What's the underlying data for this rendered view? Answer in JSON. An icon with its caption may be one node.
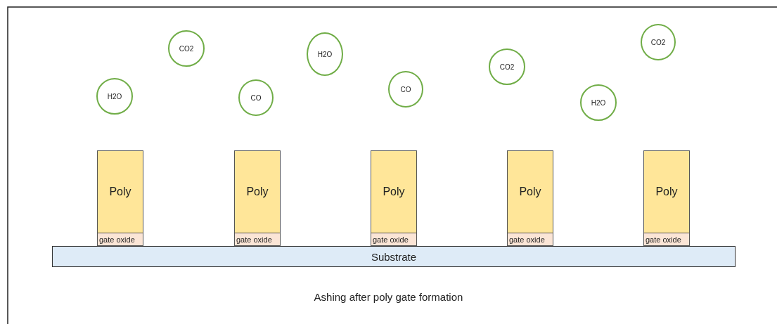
{
  "diagram": {
    "caption": "Ashing after poly gate formation",
    "nodes": [
      {
        "text": [
          "H2O"
        ]
      },
      {
        "text": [
          "CO2"
        ]
      },
      {
        "text": [
          "CO"
        ]
      },
      {
        "text": [
          "H2O"
        ]
      },
      {
        "text": [
          "CO"
        ]
      },
      {
        "text": [
          "CO2"
        ]
      },
      {
        "text": [
          "H2O"
        ]
      },
      {
        "text": [
          "CO2"
        ]
      },
      {
        "text": [
          "Poly"
        ]
      },
      {
        "text": [
          "Poly"
        ]
      },
      {
        "text": [
          "Poly"
        ]
      },
      {
        "text": [
          "Poly"
        ]
      },
      {
        "text": [
          "Poly"
        ]
      },
      {
        "text": [
          "gate oxide"
        ]
      },
      {
        "text": [
          "gate oxide"
        ]
      },
      {
        "text": [
          "gate oxide"
        ]
      },
      {
        "text": [
          "gate oxide"
        ]
      },
      {
        "text": [
          "gate oxide"
        ]
      },
      {
        "text": [
          "Substrate"
        ]
      }
    ]
  }
}
